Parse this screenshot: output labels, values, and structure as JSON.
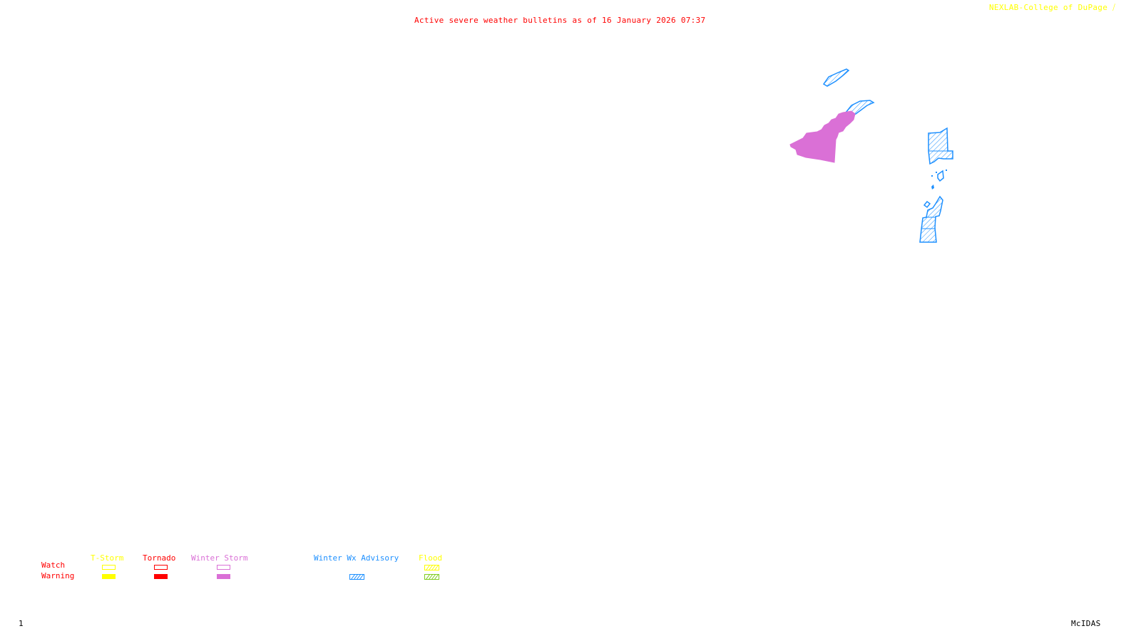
{
  "header": {
    "title": "Active severe weather bulletins as of 16 January 2026 07:37",
    "credit": "NEXLAB-College of DuPage",
    "credit_mark": "⧸"
  },
  "footer": {
    "frame_number": "1",
    "software": "McIDAS"
  },
  "colors": {
    "title": "#ff0000",
    "credit": "#ffff00",
    "tstorm": "#ffff00",
    "tornado": "#ff0000",
    "winter_storm": "#da70d6",
    "winter_wx_advisory": "#1e90ff",
    "flood_watch": "#ffff00",
    "flood_warning": "#7fcc1f"
  },
  "legend": {
    "row_labels": {
      "watch": "Watch",
      "warning": "Warning"
    },
    "categories": [
      {
        "key": "tstorm",
        "label": "T-Storm",
        "watch_style": "outline",
        "warning_style": "solid",
        "has_watch": true,
        "has_warning": true
      },
      {
        "key": "tornado",
        "label": "Tornado",
        "watch_style": "outline",
        "warning_style": "solid",
        "has_watch": true,
        "has_warning": true
      },
      {
        "key": "winter_storm",
        "label": "Winter Storm",
        "watch_style": "outline",
        "warning_style": "solid",
        "has_watch": true,
        "has_warning": true
      },
      {
        "key": "winter_wx_advisory",
        "label": "Winter Wx Advisory",
        "warning_style": "hatch",
        "has_watch": false,
        "has_warning": true
      },
      {
        "key": "flood",
        "label": "Flood",
        "watch_style": "hatch",
        "warning_style": "hatch",
        "has_watch": true,
        "has_warning": true
      }
    ]
  },
  "map": {
    "active_bulletins": [
      {
        "type": "Winter Storm Warning",
        "style": "solid",
        "color_key": "winter_storm",
        "count": 1
      },
      {
        "type": "Winter Wx Advisory",
        "style": "hatch",
        "color_key": "winter_wx_advisory",
        "count": 5
      }
    ]
  }
}
